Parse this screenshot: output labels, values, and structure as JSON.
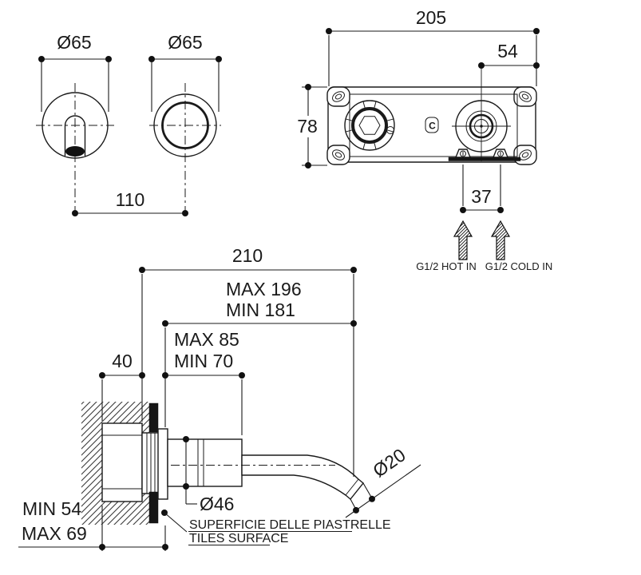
{
  "colors": {
    "line": "#1a1a1a",
    "background": "#ffffff",
    "fill_dark": "#161616"
  },
  "front_view": {
    "spout_diameter": "Ø65",
    "handle_diameter": "Ø65",
    "center_spacing": "110"
  },
  "plate_view": {
    "plate_width": "205",
    "valve_offset": "54",
    "plate_height": "78",
    "inlet_spacing": "37",
    "hot_inlet_label": "G1/2 HOT IN",
    "cold_inlet_label": "G1/2 COLD IN",
    "logo_letter": "C"
  },
  "side_view": {
    "overall_projection": "210",
    "reach_max": "MAX 196",
    "reach_min": "MIN 181",
    "sleeve_max": "MAX 85",
    "sleeve_min": "MIN 70",
    "body_depth": "40",
    "embed_min": "MIN 54",
    "embed_max": "MAX 69",
    "flange_diameter": "Ø46",
    "spout_diameter": "Ø20",
    "tiles_note_line1": "SUPERFICIE DELLE PIASTRELLE",
    "tiles_note_line2": "TILES SURFACE"
  }
}
